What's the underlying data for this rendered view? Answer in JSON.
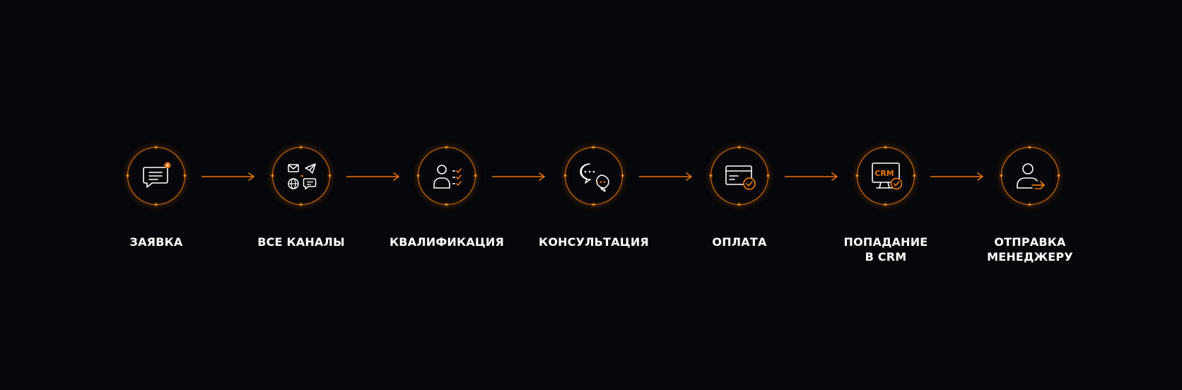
{
  "accent_color": "#e8750f",
  "steps": [
    {
      "label": "ЗАЯВКА",
      "icon": "chat-message-icon"
    },
    {
      "label": "ВСЕ КАНАЛЫ",
      "icon": "channels-icon"
    },
    {
      "label": "КВАЛИФИКАЦИЯ",
      "icon": "user-checklist-icon"
    },
    {
      "label": "КОНСУЛЬТАЦИЯ",
      "icon": "chat-bubbles-icon"
    },
    {
      "label": "ОПЛАТА",
      "icon": "card-check-icon"
    },
    {
      "label_line1": "ПОПАДАНИЕ",
      "label_line2": "В CRM",
      "crm_text": "CRM",
      "icon": "crm-monitor-icon"
    },
    {
      "label_line1": "ОТПРАВКА",
      "label_line2": "МЕНЕДЖЕРУ",
      "icon": "user-send-icon"
    }
  ]
}
